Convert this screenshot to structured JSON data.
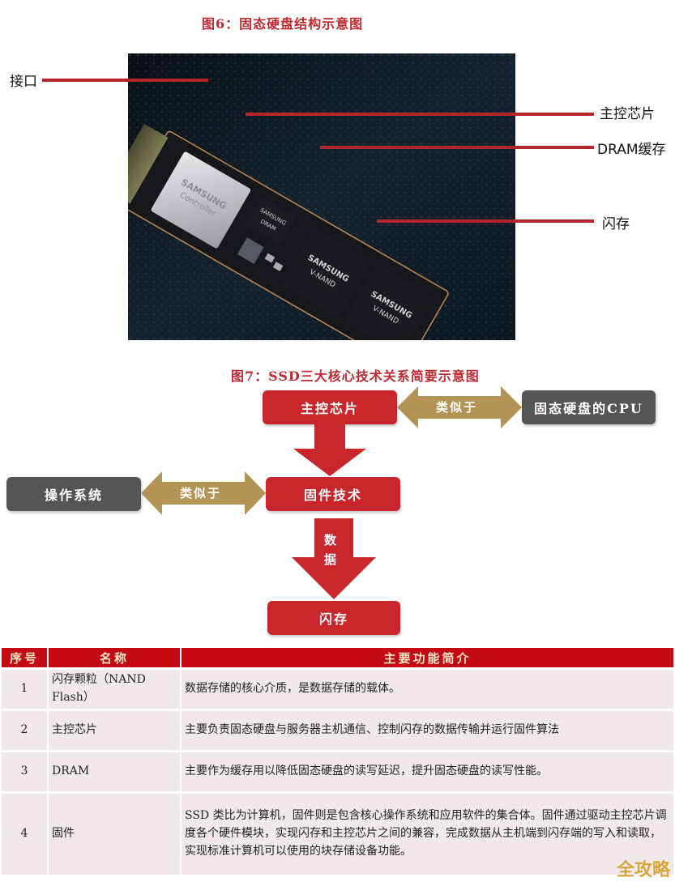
{
  "figure6": {
    "title": "图6：固态硬盘结构示意图",
    "callouts": [
      {
        "label": "接口",
        "side": "left"
      },
      {
        "label": "主控芯片",
        "side": "right"
      },
      {
        "label": "DRAM缓存",
        "side": "right"
      },
      {
        "label": "闪存",
        "side": "right"
      }
    ],
    "photo": {
      "chip_labels": {
        "controller": [
          "SAMSUNG",
          "Controller"
        ],
        "dram": [
          "SAMSUNG",
          "DRAM"
        ],
        "nand1": [
          "SAMSUNG",
          "V-NAND"
        ],
        "nand2": [
          "SAMSUNG",
          "V-NAND"
        ]
      }
    }
  },
  "figure7": {
    "title": "图7：SSD三大核心技术关系简要示意图",
    "nodes": {
      "controller": "主控芯片",
      "cpu": "固态硬盘的CPU",
      "os": "操作系统",
      "firmware": "固件技术",
      "flash": "闪存"
    },
    "arrows": {
      "similar_top": "类似于",
      "similar_left": "类似于",
      "data_line1": "数",
      "data_line2": "据"
    },
    "colors": {
      "red": "#c8262c",
      "gray": "#555555",
      "gold": "#b39455"
    }
  },
  "table": {
    "headers": [
      "序号",
      "名称",
      "主要功能简介"
    ],
    "rows": [
      {
        "num": "1",
        "name": "闪存颗粒（NAND Flash）",
        "desc": "数据存储的核心介质，是数据存储的载体。"
      },
      {
        "num": "2",
        "name": "主控芯片",
        "desc": "主要负责固态硬盘与服务器主机通信、控制闪存的数据传输并运行固件算法"
      },
      {
        "num": "3",
        "name": "DRAM",
        "desc": "主要作为缓存用以降低固态硬盘的读写延迟，提升固态硬盘的读写性能。"
      },
      {
        "num": "4",
        "name": "固件",
        "desc": "SSD 类比为计算机，固件则是包含核心操作系统和应用软件的集合体。固件通过驱动主控芯片调度各个硬件模块，实现闪存和主控芯片之间的兼容，完成数据从主机端到闪存端的写入和读取，实现标准计算机可以使用的块存储设备功能。"
      }
    ],
    "header_color": "#c40a12",
    "row_color": "#f1e8ea"
  },
  "watermark": "全攻略"
}
